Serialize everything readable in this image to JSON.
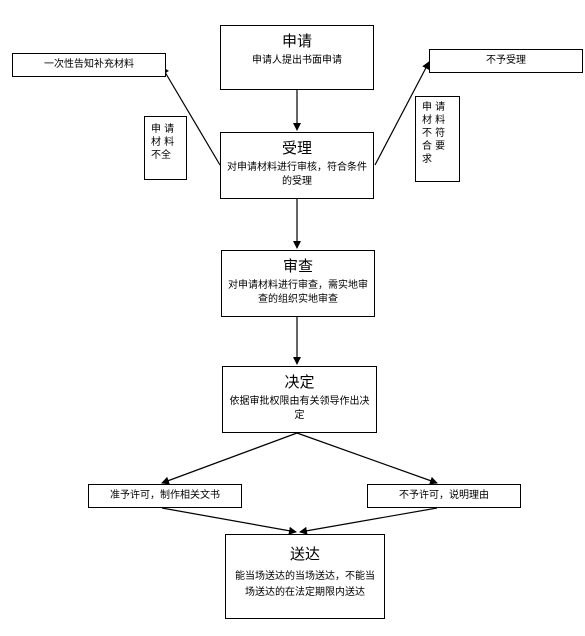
{
  "nodes": {
    "apply": {
      "title": "申请",
      "desc": "申请人提出书面申请"
    },
    "accept": {
      "title": "受理",
      "desc": "对申请材料进行审核，符合条件的受理"
    },
    "review": {
      "title": "审查",
      "desc": "对申请材料进行审查，需实地审查的组织实地审查"
    },
    "decide": {
      "title": "决定",
      "desc": "依据审批权限由有关领导作出决定"
    },
    "deliver": {
      "title": "送达",
      "desc": "能当场送达的当场送达，不能当场送达的在法定期限内送达"
    }
  },
  "side": {
    "notify_supplement": "一次性告知补充材料",
    "incomplete_lines": [
      "申 请",
      "材 料",
      "不全"
    ],
    "not_accept": "不予受理",
    "not_qualified_lines": [
      "申 请",
      "材 料",
      "不 符",
      "合 要",
      "求"
    ]
  },
  "branches": {
    "grant": "准予许可，制作相关文书",
    "deny": "不予许可，说明理由"
  }
}
